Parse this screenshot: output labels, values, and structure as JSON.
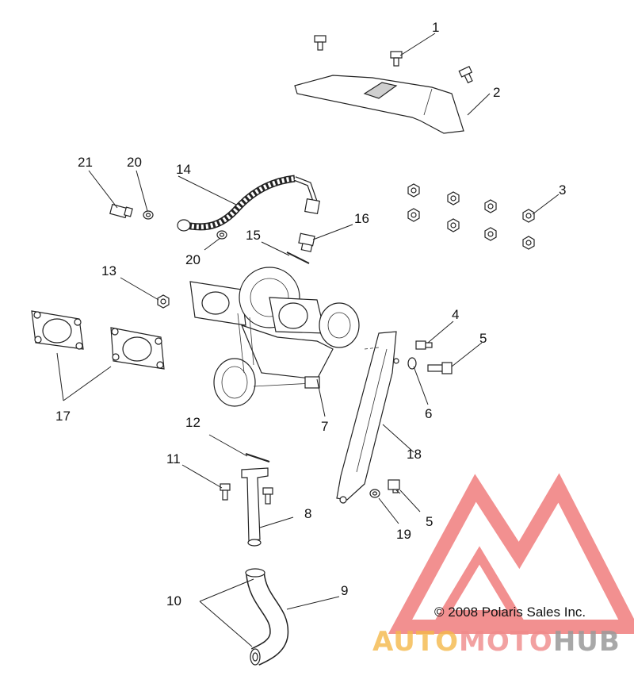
{
  "diagram": {
    "callouts": [
      "1",
      "2",
      "3",
      "4",
      "5",
      "5",
      "6",
      "7",
      "8",
      "9",
      "10",
      "11",
      "12",
      "13",
      "14",
      "15",
      "16",
      "17",
      "18",
      "19",
      "20",
      "20",
      "21"
    ],
    "copyright": "© 2008 Polaris Sales Inc.",
    "watermark": {
      "part1": "AUTO",
      "part2": "MOTO",
      "part3": "HUB",
      "colors": {
        "auto": "#f5b84a",
        "moto": "#f08a8a",
        "hub": "#9a9a9a",
        "logo": "#ee6b6b"
      }
    }
  }
}
